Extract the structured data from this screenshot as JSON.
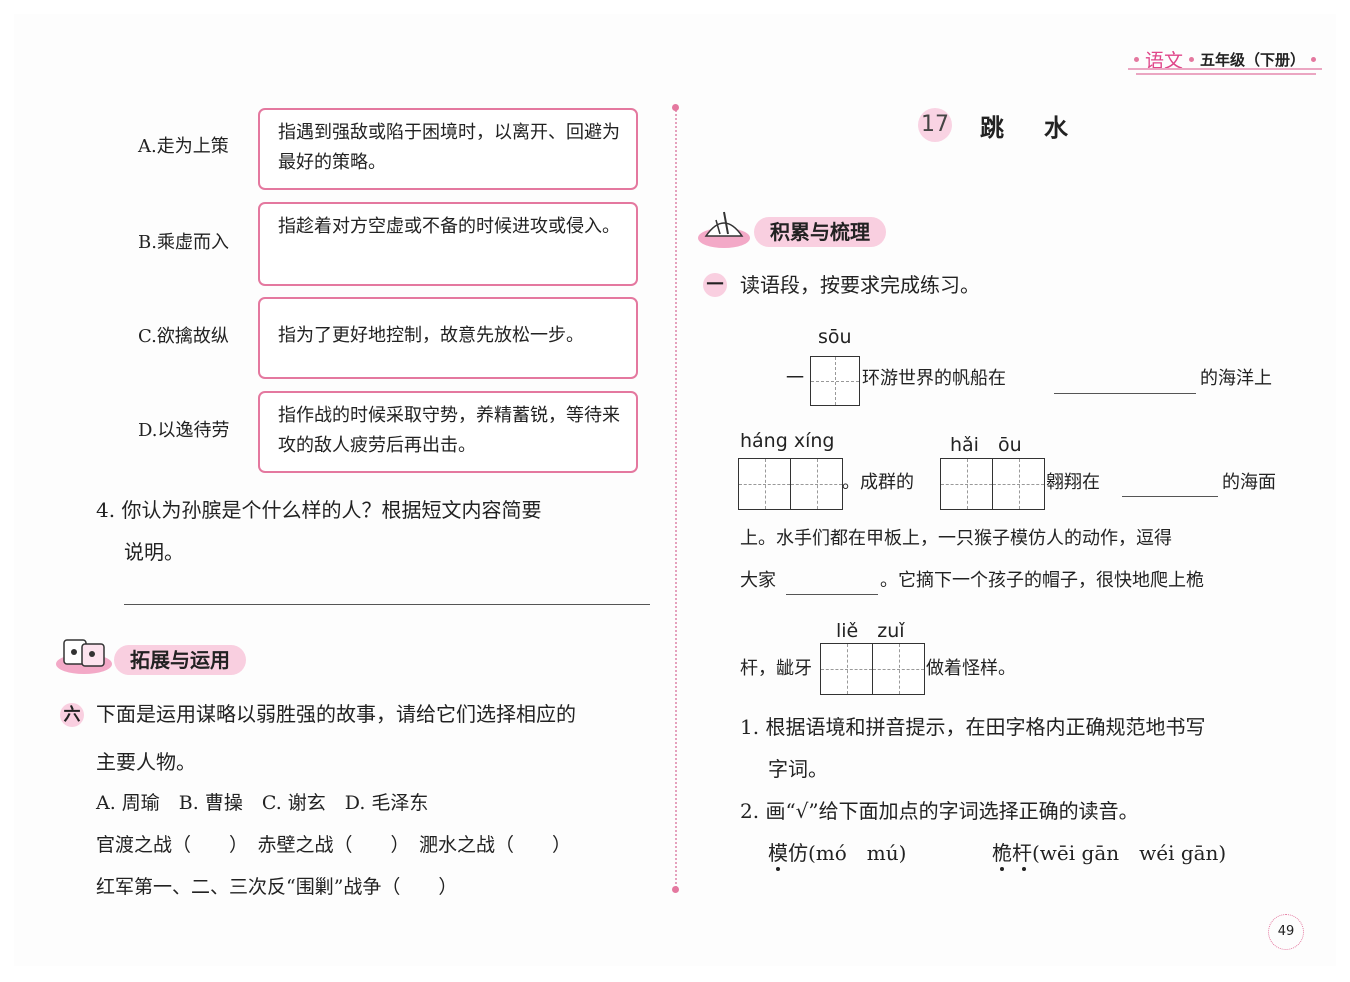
{
  "header": {
    "subject": "语文",
    "grade": "五年级（下册）"
  },
  "left": {
    "matching": [
      {
        "term": "A.走为上策",
        "definition": "指遇到强敌或陷于困境时，以离开、回避为最好的策略。"
      },
      {
        "term": "B.乘虚而入",
        "definition": "指趁着对方空虚或不备的时候进攻或侵入。"
      },
      {
        "term": "C.欲擒故纵",
        "definition": "指为了更好地控制，故意先放松一步。"
      },
      {
        "term": "D.以逸待劳",
        "definition": "指作战的时候采取守势，养精蓄锐，等待来攻的敌人疲劳后再出击。"
      }
    ],
    "q4": {
      "line1": "4. 你认为孙膑是个什么样的人？根据短文内容简要",
      "line2": "说明。"
    },
    "section_title": "拓展与运用",
    "q6": {
      "number": "六",
      "line1": "下面是运用谋略以弱胜强的故事，请给它们选择相应的",
      "line2": "主要人物。",
      "options": "A. 周瑜　B. 曹操　C. 谢玄　D. 毛泽东",
      "battles": "官渡之战（　　）　赤壁之战（　　）　淝水之战（　　）",
      "battle4": "红军第一、二、三次反“围剿”战争（　　）"
    }
  },
  "right": {
    "lesson_number": "17",
    "lesson_title": "跳水",
    "section_title": "积累与梳理",
    "q1": {
      "number": "一",
      "text": "读语段，按要求完成练习。"
    },
    "passage": {
      "py_sou": "sōu",
      "p1a": "一",
      "p1b": "环游世界的帆船在",
      "p1c": "的海洋上",
      "py_hangxing": "háng xíng",
      "py_haiou": "hǎi　ōu",
      "p2a": "。成群的",
      "p2b": "翱翔在",
      "p2c": "的海面",
      "p3": "上。水手们都在甲板上，一只猴子模仿人的动作，逗得",
      "p4a": "大家",
      "p4b": "。它摘下一个孩子的帽子，很快地爬上桅",
      "py_liezui": "liě　zuǐ",
      "p5a": "杆，龇牙",
      "p5b": "做着怪样。"
    },
    "sub1": {
      "line1": "1. 根据语境和拼音提示，在田字格内正确规范地书写",
      "line2": "字词。"
    },
    "sub2": {
      "text": "2. 画“√”给下面加点的字词选择正确的读音。",
      "item1": "模仿(mó　mú)",
      "item2": "桅杆(wēi gān　wéi gān)"
    }
  },
  "page_number": "49"
}
